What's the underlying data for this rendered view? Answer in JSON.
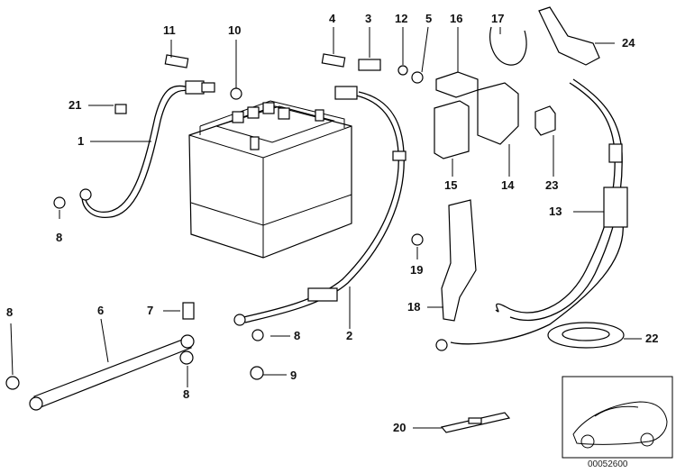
{
  "callouts": [
    {
      "id": "11",
      "text": "11"
    },
    {
      "id": "10",
      "text": "10"
    },
    {
      "id": "4",
      "text": "4"
    },
    {
      "id": "3",
      "text": "3"
    },
    {
      "id": "12",
      "text": "12"
    },
    {
      "id": "5",
      "text": "5"
    },
    {
      "id": "16",
      "text": "16"
    },
    {
      "id": "17",
      "text": "17"
    },
    {
      "id": "24",
      "text": "24"
    },
    {
      "id": "21",
      "text": "21"
    },
    {
      "id": "1",
      "text": "1"
    },
    {
      "id": "8a",
      "text": "8"
    },
    {
      "id": "15",
      "text": "15"
    },
    {
      "id": "14",
      "text": "14"
    },
    {
      "id": "23",
      "text": "23"
    },
    {
      "id": "13",
      "text": "13"
    },
    {
      "id": "19",
      "text": "19"
    },
    {
      "id": "7",
      "text": "7"
    },
    {
      "id": "6",
      "text": "6"
    },
    {
      "id": "8b",
      "text": "8"
    },
    {
      "id": "18",
      "text": "18"
    },
    {
      "id": "2",
      "text": "2"
    },
    {
      "id": "8c",
      "text": "8"
    },
    {
      "id": "22",
      "text": "22"
    },
    {
      "id": "8d",
      "text": "8"
    },
    {
      "id": "9",
      "text": "9"
    },
    {
      "id": "20",
      "text": "20"
    }
  ],
  "document_number": "00052600"
}
